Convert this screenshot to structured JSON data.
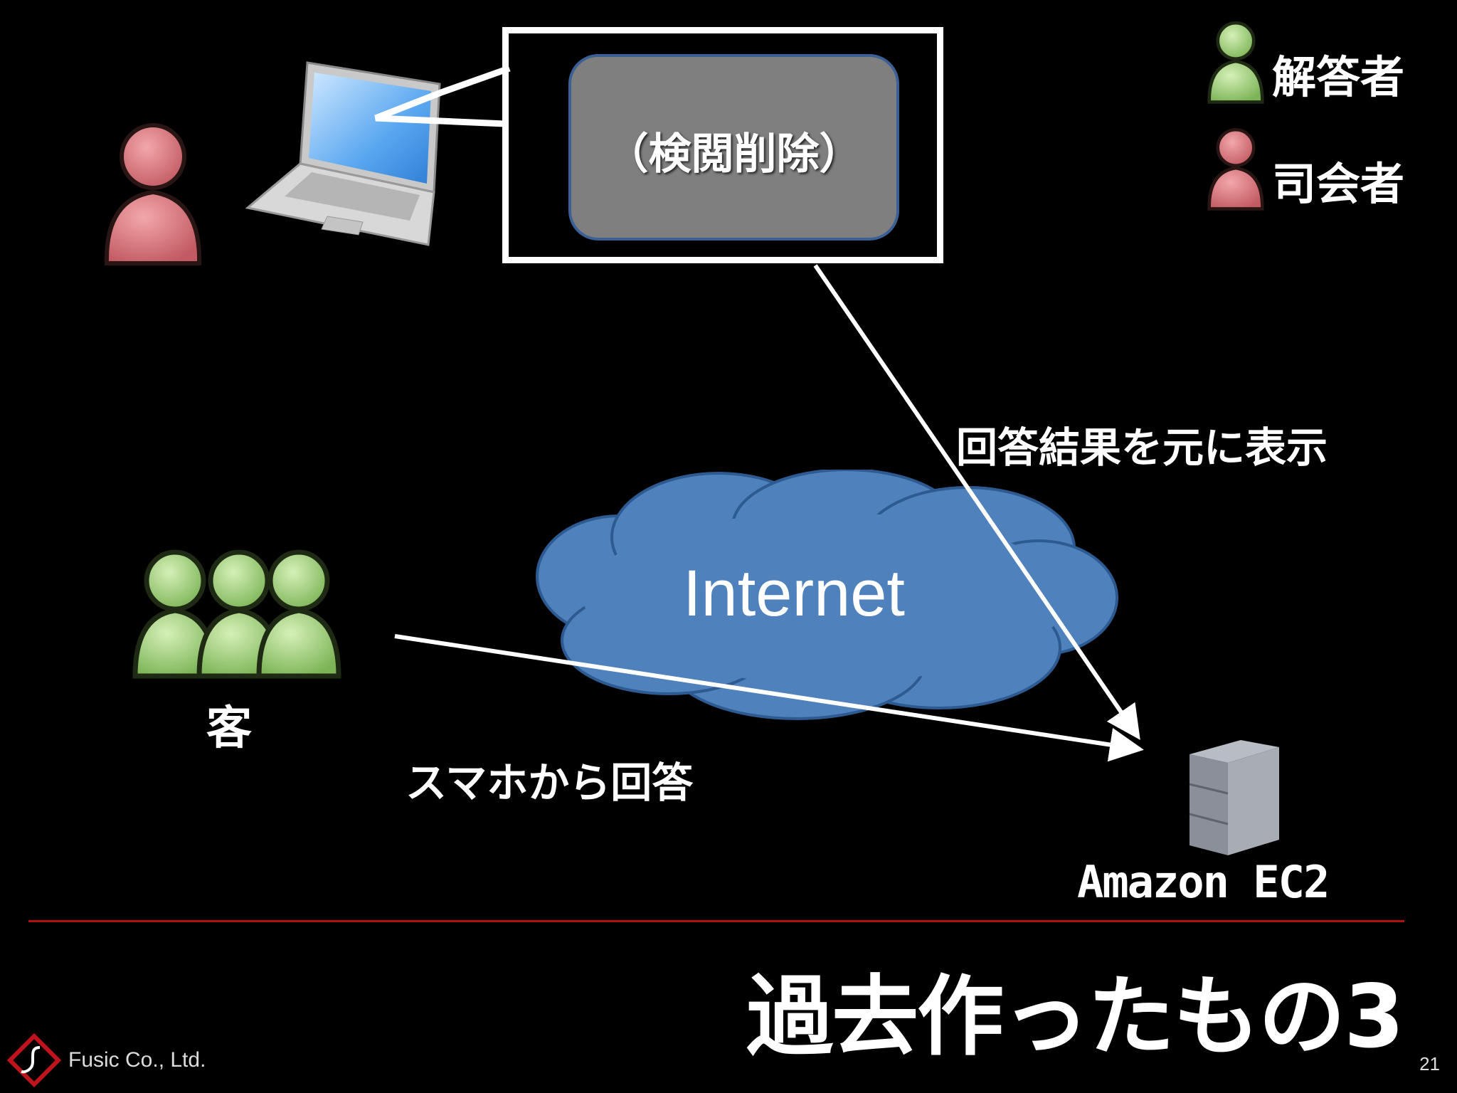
{
  "callout": {
    "text": "（検閲削除）"
  },
  "legend": {
    "answerer_label": "解答者",
    "host_label": "司会者"
  },
  "diagram": {
    "internet_label": "Internet",
    "guest_label": "客",
    "answer_arrow_label": "スマホから回答",
    "display_arrow_label": "回答結果を元に表示",
    "server_label": "Amazon EC2"
  },
  "footer": {
    "title": "過去作ったもの3",
    "company": "Fusic Co., Ltd.",
    "page_number": "21"
  },
  "colors": {
    "answerer": "#9fd47a",
    "host": "#d9777d",
    "cloud": "#4f81bd",
    "divider": "#b01010"
  }
}
